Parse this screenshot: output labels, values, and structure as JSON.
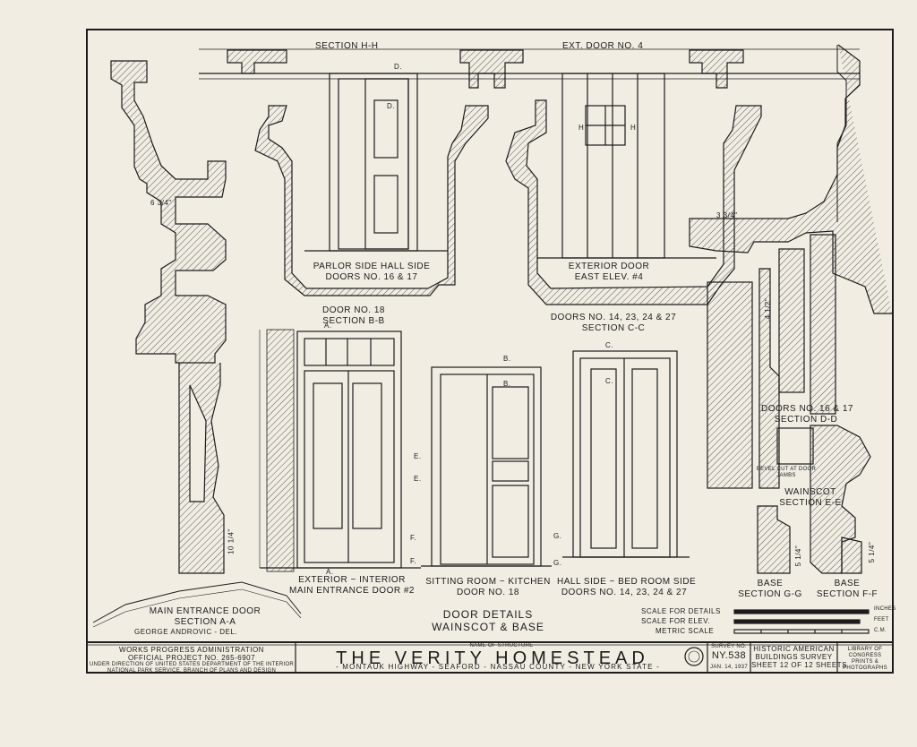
{
  "sections": {
    "h_h": "SECTION H-H",
    "ext_door": "EXT. DOOR NO. 4",
    "parlor_line1": "PARLOR SIDE HALL SIDE",
    "parlor_line2": "DOORS NO. 16 & 17",
    "exterior_line1": "EXTERIOR DOOR",
    "exterior_line2": "EAST ELEV. #4",
    "door18_line1": "DOOR NO. 18",
    "door18_line2": "SECTION B-B",
    "doors14_line1": "DOORS NO. 14, 23, 24 & 27",
    "doors14_line2": "SECTION C-C",
    "ext_int_line1": "EXTERIOR ~ INTERIOR",
    "ext_int_line2": "MAIN ENTRANCE DOOR #2",
    "sitting_line1": "SITTING ROOM ~ KITCHEN",
    "sitting_line2": "DOOR NO. 18",
    "hall_line1": "HALL SIDE ~ BED ROOM SIDE",
    "hall_line2": "DOORS NO. 14, 23, 24 & 27",
    "main_line1": "MAIN ENTRANCE DOOR",
    "main_line2": "SECTION A-A",
    "d16_line1": "DOORS NO. 16 & 17",
    "d16_line2": "SECTION D-D",
    "bevel_line1": "BEVEL CUT AT DOOR",
    "bevel_line2": "JAMBS",
    "wainscot_line1": "WAINSCOT",
    "wainscot_line2": "SECTION E-E",
    "base_g_line1": "BASE",
    "base_g_line2": "SECTION G-G",
    "base_f_line1": "BASE",
    "base_f_line2": "SECTION F-F"
  },
  "markers": {
    "a": "A.",
    "b": "B.",
    "c": "C.",
    "d": "D.",
    "e": "E.",
    "f": "F.",
    "g": "G.",
    "h": "H"
  },
  "dims": {
    "a": "6 3/4\"",
    "b": "3 3/4\"",
    "c": "4 1/2\"",
    "d": "10 1/4\"",
    "e": "5 1/4\"",
    "f": "5 1/4\""
  },
  "drawing": {
    "title_line1": "DOOR DETAILS",
    "title_line2": "WAINSCOT & BASE",
    "scale_details": "SCALE FOR DETAILS",
    "scale_elev": "SCALE FOR ELEV.",
    "metric": "METRIC SCALE",
    "unit_inches": "INCHES",
    "unit_feet": "FEET",
    "unit_cm": "C.M."
  },
  "credit": "GEORGE ANDROVIC - DEL.",
  "title_block": {
    "wpa": "WORKS PROGRESS ADMINISTRATION",
    "project": "OFFICIAL PROJECT NO. 265-6907",
    "direction1": "UNDER DIRECTION OF UNITED STATES DEPARTMENT OF THE INTERIOR",
    "direction2": "NATIONAL PARK SERVICE, BRANCH OF PLANS AND DESIGN",
    "name_caption": "NAME OF STRUCTURE",
    "name": "THE VERITY HOMESTEAD",
    "location": "- MONTAUK HIGHWAY - SEAFORD - NASSAU COUNTY - NEW YORK STATE -",
    "survey_caption": "SURVEY NO.",
    "survey_no": "NY.538",
    "date": "JAN. 14, 1937",
    "habs1": "HISTORIC AMERICAN",
    "habs2": "BUILDINGS SURVEY",
    "sheet_prefix": "SHEET",
    "sheet_no": "12",
    "sheet_of": "OF",
    "sheet_total": "12",
    "sheet_suffix": "SHEETS",
    "library1": "LIBRARY OF CONGRESS",
    "library2": "PRINTS & PHOTOGRAPHS"
  }
}
